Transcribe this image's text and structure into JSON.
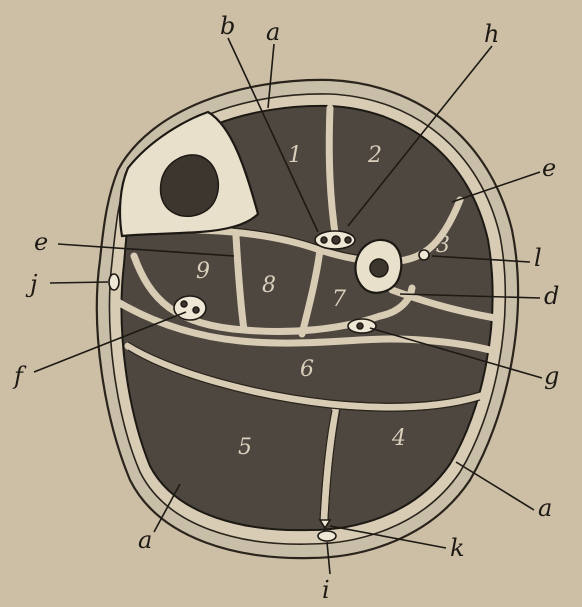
{
  "figure": {
    "letter_labels": [
      "a",
      "b",
      "h",
      "e",
      "l",
      "d",
      "g",
      "a",
      "k",
      "i",
      "a",
      "f",
      "j",
      "e"
    ],
    "muscle_numbers": [
      "1",
      "2",
      "3",
      "4",
      "5",
      "6",
      "7",
      "8",
      "9"
    ]
  },
  "colors": {
    "paper": "#cdbfa5",
    "muscle": "#4e4740",
    "bone": "#e9e0cc",
    "ink": "#1d1914"
  },
  "icons": [
    "cross-section-engraving"
  ]
}
